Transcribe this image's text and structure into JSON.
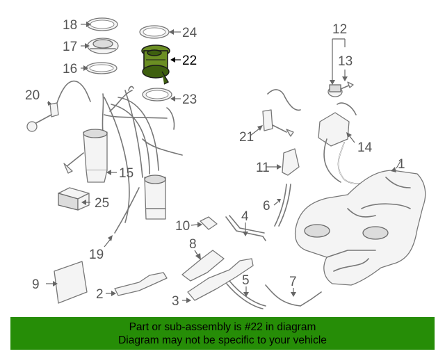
{
  "callouts": {
    "c1": "1",
    "c2": "2",
    "c3": "3",
    "c5": "5",
    "c6": "6",
    "c7": "7",
    "c8": "8",
    "c9": "9",
    "c10": "10",
    "c11": "11",
    "c12": "12",
    "c13": "13",
    "c14": "14",
    "c15": "15",
    "c16": "16",
    "c17": "17",
    "c18": "18",
    "c19": "19",
    "c20": "20",
    "c21": "21",
    "c22": "22",
    "c23": "23",
    "c24": "24",
    "c25": "25",
    "c4": "4"
  },
  "highlighted_part": "22",
  "colors": {
    "banner": "#268d07",
    "highlight": "#6b8e23"
  },
  "banner": {
    "line1": "Part or sub-assembly is #22 in diagram",
    "line2": "Diagram may not be specific to your vehicle"
  }
}
